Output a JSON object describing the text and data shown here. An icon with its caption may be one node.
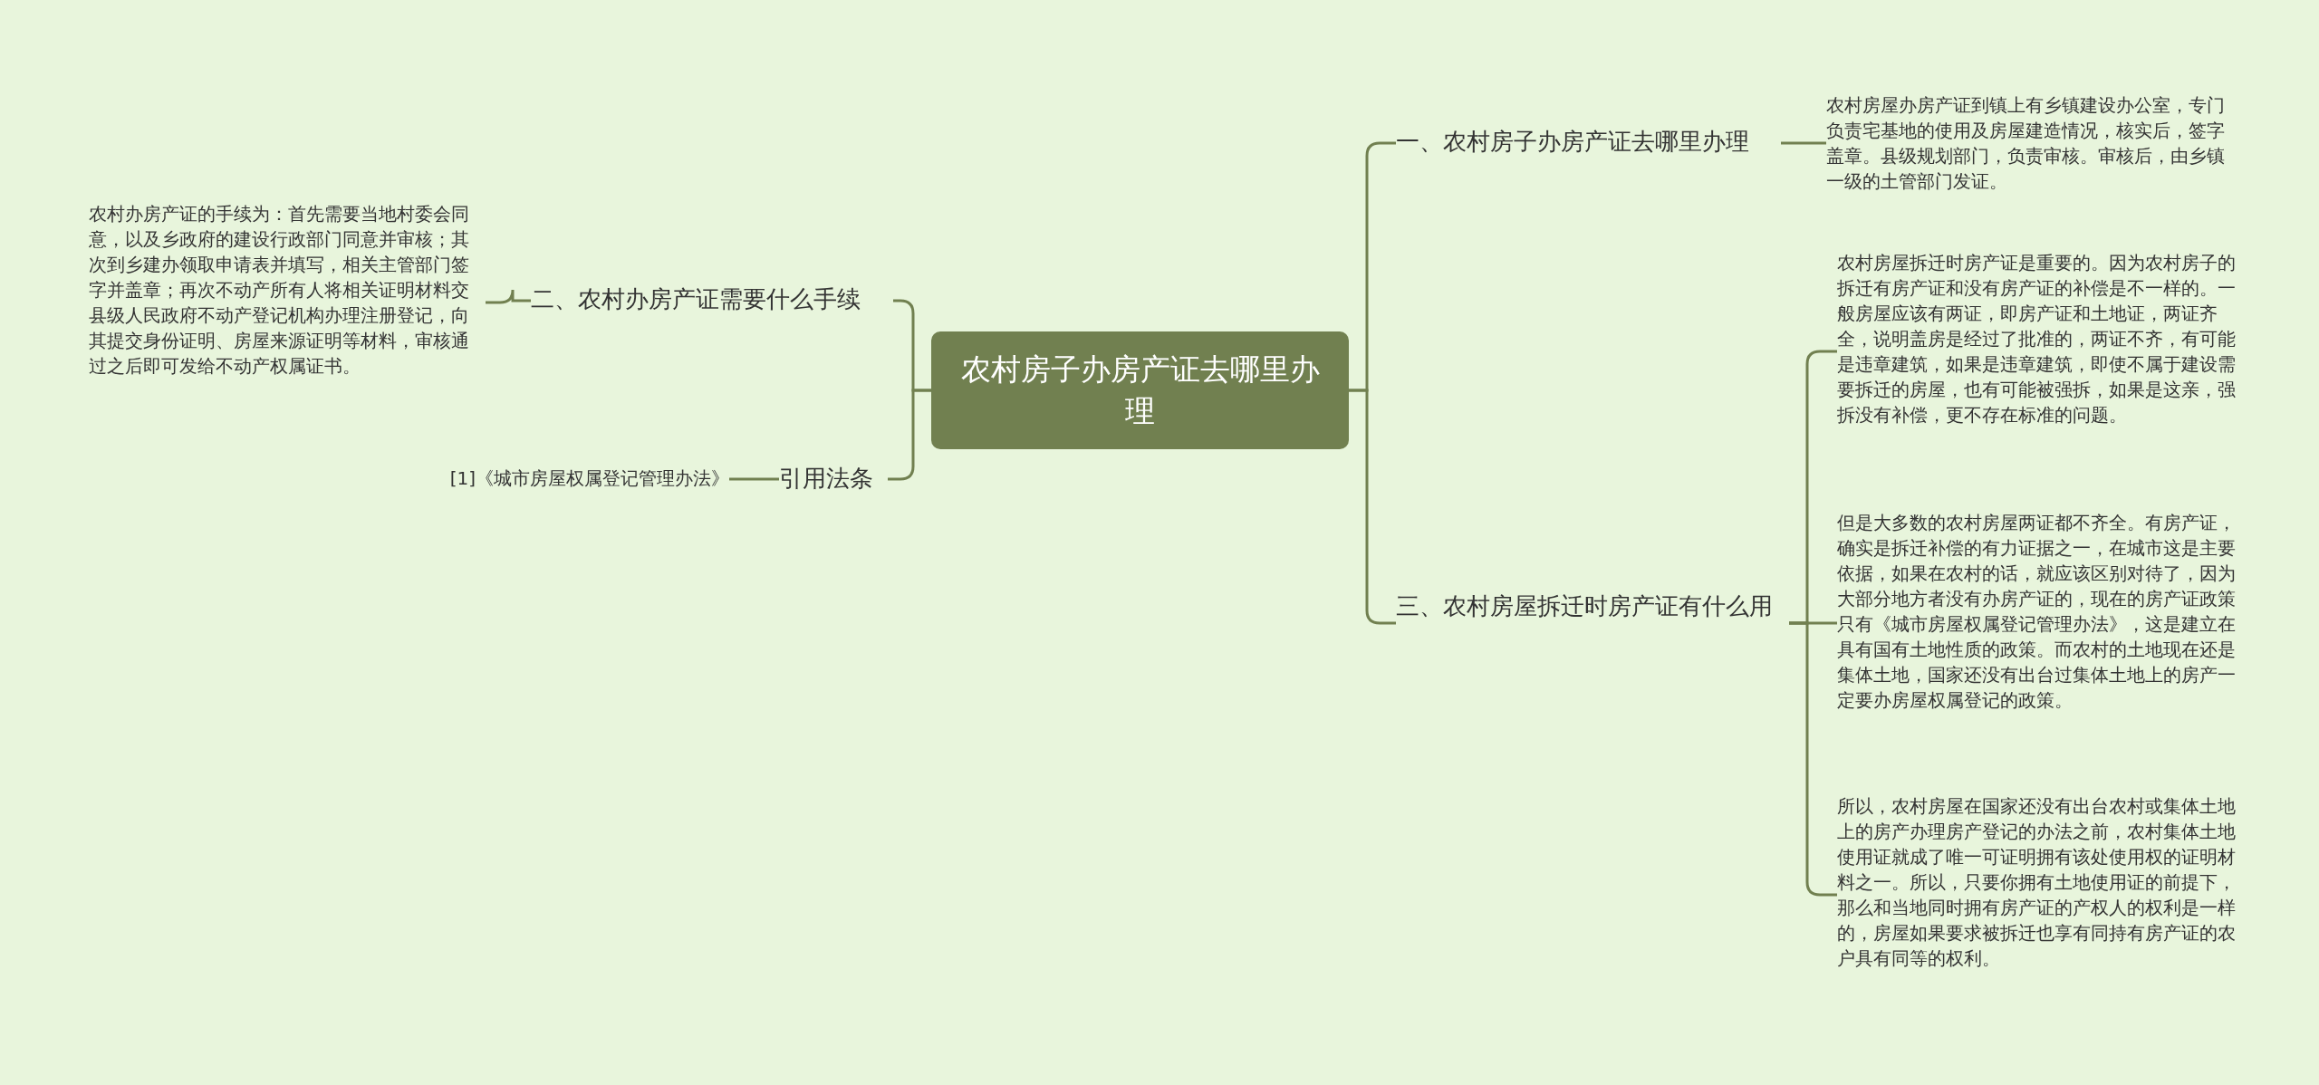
{
  "diagram": {
    "nodes": [
      {
        "text": [
          "农村房子办房产证去哪里办理"
        ]
      },
      {
        "text": [
          "一、农村房子办房产证去哪里办理"
        ]
      },
      {
        "text": [
          "农村房屋办房产证到镇上有乡镇建设办公室，专门负责宅基地的使用及房屋建造情况，核实后，签字盖章。县级规划部门，负责审核。审核后，由乡镇一级的土管部门发证。"
        ]
      },
      {
        "text": [
          "二、农村办房产证需要什么手续"
        ]
      },
      {
        "text": [
          "农村办房产证的手续为：首先需要当地村委会同意，以及乡政府的建设行政部门同意并审核；其次到乡建办领取申请表并填写，相关主管部门签字并盖章；再次不动产所有人将相关证明材料交县级人民政府不动产登记机构办理注册登记，向其提交身份证明、房屋来源证明等材料，审核通过之后即可发给不动产权属证书。"
        ]
      },
      {
        "text": [
          "引用法条"
        ]
      },
      {
        "text": [
          "[1]《城市房屋权属登记管理办法》"
        ]
      },
      {
        "text": [
          "三、农村房屋拆迁时房产证有什么用"
        ]
      },
      {
        "text": [
          "农村房屋拆迁时房产证是重要的。因为农村房子的拆迁有房产证和没有房产证的补偿是不一样的。一般房屋应该有两证，即房产证和土地证，两证齐全，说明盖房是经过了批准的，两证不齐，有可能是违章建筑，如果是违章建筑，即使不属于建设需要拆迁的房屋，也有可能被强拆，如果是这亲，强拆没有补偿，更不存在标准的问题。"
        ]
      },
      {
        "text": [
          "但是大多数的农村房屋两证都不齐全。有房产证，确实是拆迁补偿的有力证据之一，在城市这是主要依据，如果在农村的话，就应该区别对待了，因为大部分地方者没有办房产证的，现在的房产证政策只有《城市房屋权属登记管理办法》，这是建立在具有国有土地性质的政策。而农村的土地现在还是集体土地，国家还没有出台过集体土地上的房产一定要办房屋权属登记的政策。"
        ]
      },
      {
        "text": [
          "所以，农村房屋在国家还没有出台农村或集体土地上的房产办理房产登记的办法之前，农村集体土地使用证就成了唯一可证明拥有该处使用权的证明材料之一。所以，只要你拥有土地使用证的前提下，那么和当地同时拥有房产证的产权人的权利是一样的，房屋如果要求被拆迁也享有同持有房产证的农户具有同等的权利。"
        ]
      }
    ],
    "edges": [
      {
        "from": 0,
        "to": 1,
        "arrow": "none"
      },
      {
        "from": 1,
        "to": 2,
        "arrow": "none"
      },
      {
        "from": 0,
        "to": 3,
        "arrow": "none"
      },
      {
        "from": 3,
        "to": 4,
        "arrow": "none"
      },
      {
        "from": 0,
        "to": 5,
        "arrow": "none"
      },
      {
        "from": 5,
        "to": 6,
        "arrow": "none"
      },
      {
        "from": 0,
        "to": 7,
        "arrow": "none"
      },
      {
        "from": 7,
        "to": 8,
        "arrow": "none"
      },
      {
        "from": 7,
        "to": 9,
        "arrow": "none"
      },
      {
        "from": 7,
        "to": 10,
        "arrow": "none"
      }
    ]
  }
}
